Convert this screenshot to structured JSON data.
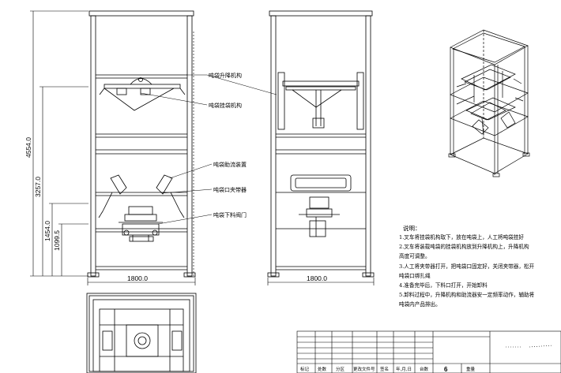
{
  "dimensions": {
    "total_height": "4554.0",
    "height_2": "3257.0",
    "height_3": "1454.0",
    "height_4": "1099.5",
    "width_front": "1800.0",
    "width_side": "1800.0"
  },
  "labels": {
    "lift": "吨袋升降机构",
    "hang": "吨袋挂袋机构",
    "flow": "吨袋助流装置",
    "clamp": "吨袋口夹带器",
    "valve": "吨袋下料阀门"
  },
  "notes": {
    "title": "说明：",
    "lines": [
      "1.叉车将挂袋机构取下，放在吨袋上，人工将吨袋挂好",
      "2.叉车将装载吨袋的挂袋机构放到升降机构上，升降机构",
      "  高度可调整。",
      "3.人工将夹带器打开，把吨袋口固定好，关闭夹带器，松开",
      "  吨袋口绑扎绳",
      "4.准备完毕后，下料口打开，开始卸料",
      "5.卸料过程中，升降机构和助流器安一定频率动作，辅助将",
      "  吨袋内产品排出。"
    ]
  },
  "title_block": {
    "c1": "标记",
    "c2": "处数",
    "c3": "分区",
    "c4": "更改文件号",
    "c5": "签名",
    "c6": "年,月,日",
    "c7": "台数",
    "qty": "6",
    "c8": "重量"
  }
}
